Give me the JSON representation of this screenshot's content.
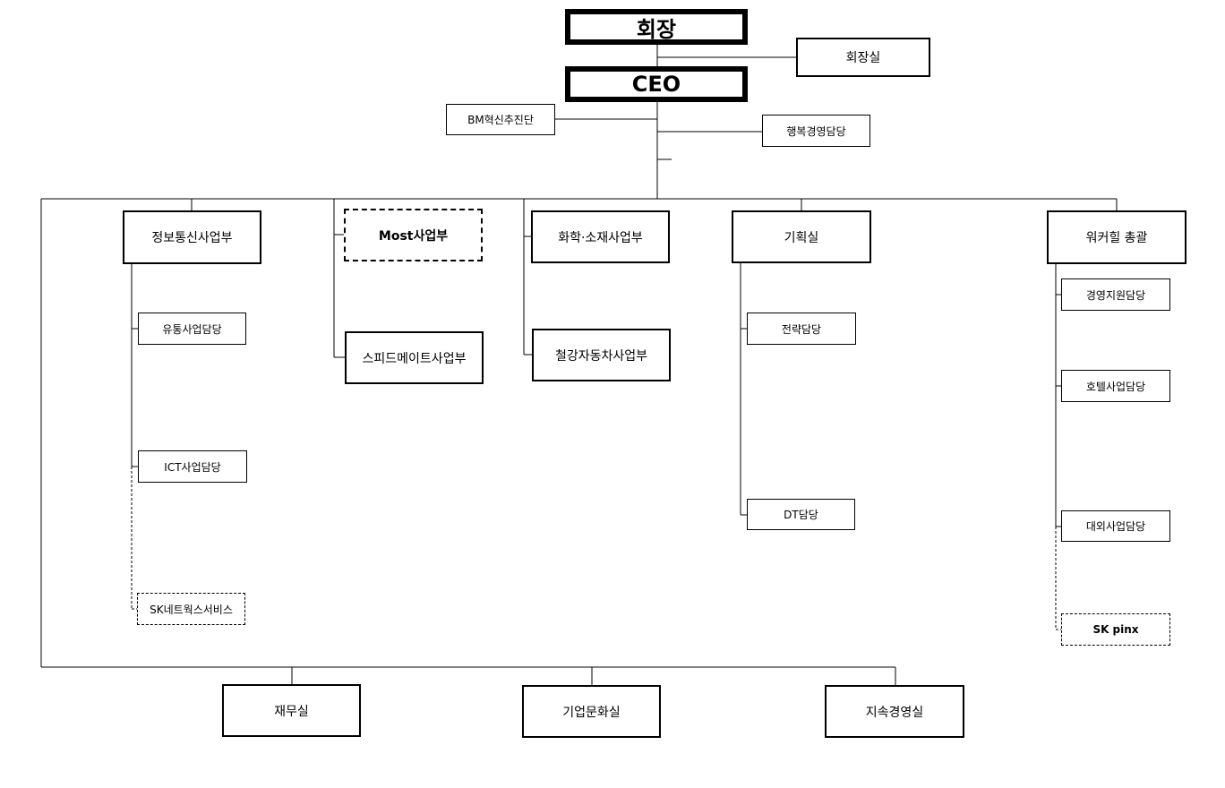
{
  "chairman": "회장",
  "chairman_office": "회장실",
  "ceo": "CEO",
  "bm_innovation": "BM혁신추진단",
  "happiness_mgmt": "행복경영담당",
  "divisions": {
    "info_comm": {
      "label": "정보통신사업부",
      "subs": [
        "유통사업담당",
        "ICT사업담당"
      ],
      "affiliate": "SK네트웍스서비스"
    },
    "most": {
      "label": "Most사업부",
      "subs": [
        "스피드메이트사업부"
      ]
    },
    "chemical": {
      "label": "화학·소재사업부",
      "subs": [
        "철강자동차사업부"
      ]
    },
    "planning": {
      "label": "기획실",
      "subs": [
        "전략담당",
        "DT담당"
      ]
    },
    "walkerhill": {
      "label": "워커힐 총괄",
      "subs": [
        "경영지원담당",
        "호텔사업담당",
        "대외사업담당"
      ],
      "affiliate": "SK pinx"
    }
  },
  "bottom": [
    "재무실",
    "기업문화실",
    "지속경영실"
  ]
}
